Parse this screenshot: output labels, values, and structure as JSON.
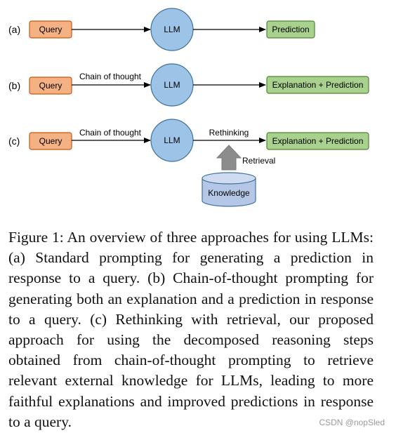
{
  "rows": [
    {
      "label": "(a)",
      "query": "Query",
      "cot": "",
      "llm": "LLM",
      "output": "Prediction"
    },
    {
      "label": "(b)",
      "query": "Query",
      "cot": "Chain of thought",
      "llm": "LLM",
      "output": "Explanation + Prediction"
    },
    {
      "label": "(c)",
      "query": "Query",
      "cot": "Chain of thought",
      "llm": "LLM",
      "rethinking": "Rethinking",
      "output": "Explanation + Prediction",
      "retrieval": "Retrieval",
      "knowledge": "Knowledge"
    }
  ],
  "colors": {
    "query_fill": "#f4b183",
    "query_stroke": "#c55a11",
    "llm_fill": "#9dc3e6",
    "llm_stroke": "#41719c",
    "output_fill": "#a9d18e",
    "output_stroke": "#548235",
    "knowledge_fill": "#b4c7e7",
    "arrow_gray": "#8c8c8c"
  },
  "caption": "Figure 1: An overview of three approaches for using LLMs: (a) Standard prompting for generating a prediction in response to a query. (b) Chain-of-thought prompting for generating both an explanation and a prediction in response to a query. (c) Rethinking with retrieval, our proposed approach for using the decomposed reasoning steps obtained from chain-of-thought prompting to retrieve relevant external knowledge for LLMs, leading to more faithful explanations and improved predictions in response to a query.",
  "watermark": "CSDN @nopSled"
}
